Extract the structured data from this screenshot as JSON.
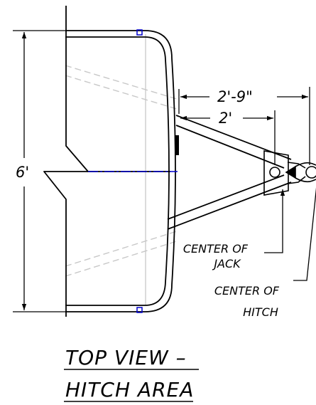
{
  "dimensions": {
    "overall_height": "6'",
    "hitch_offset": "2'-9\"",
    "jack_offset": "2'"
  },
  "callouts": {
    "jack": [
      "CENTER OF",
      "JACK"
    ],
    "hitch": [
      "CENTER OF",
      "HITCH"
    ]
  },
  "title": {
    "line1": "TOP VIEW –",
    "line2": "HITCH AREA"
  },
  "colors": {
    "ink": "#000000",
    "hidden_line": "#c8c8c8",
    "centerline": "#0000cc",
    "background": "#ffffff"
  }
}
